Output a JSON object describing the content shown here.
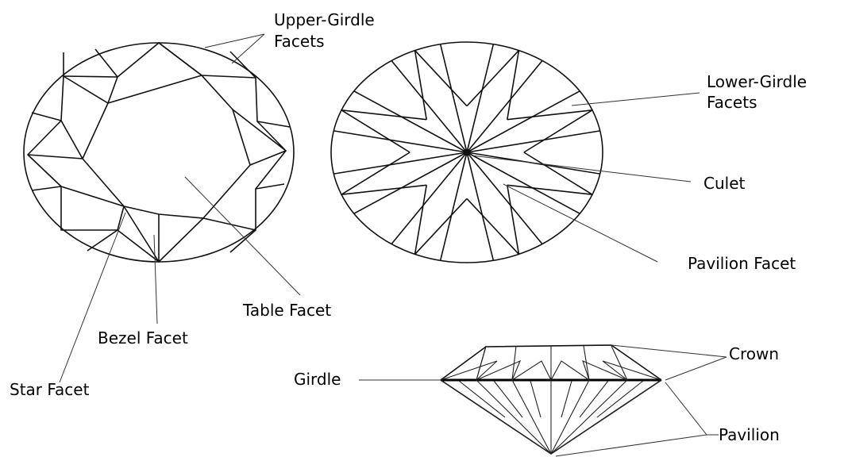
{
  "labels": {
    "upper_girdle": [
      "Upper-Girdle",
      "Facets"
    ],
    "lower_girdle": [
      "Lower-Girdle",
      "Facets"
    ],
    "culet": "Culet",
    "pavilion_facet": "Pavilion Facet",
    "table_facet": "Table Facet",
    "bezel_facet": "Bezel Facet",
    "star_facet": "Star Facet",
    "girdle": "Girdle",
    "crown": "Crown",
    "pavilion": "Pavilion"
  }
}
